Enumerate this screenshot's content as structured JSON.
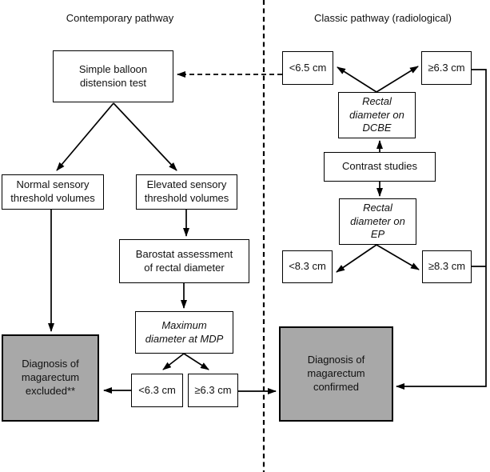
{
  "figure": {
    "left_title": "Contemporary pathway",
    "right_title": "Classic pathway (radiological)"
  },
  "nodes": {
    "simple_balloon": "Simple balloon\ndistension test",
    "normal_sensory": "Normal sensory\nthreshold volumes",
    "elevated_sensory": "Elevated sensory\nthreshold volumes",
    "barostat": "Barostat assessment\nof rectal diameter",
    "max_diameter_mdp": "Maximum\ndiameter at MDP",
    "lt_6_3": "<6.3 cm",
    "ge_6_3_left": "≥6.3 cm",
    "excluded": "Diagnosis of\nmagarectum\nexcluded**",
    "lt_6_5": "<6.5 cm",
    "ge_6_3_right": "≥6.3 cm",
    "dcbe": "Rectal\ndiameter on\nDCBE",
    "contrast": "Contrast studies",
    "ep": "Rectal\ndiameter on\nEP",
    "lt_8_3": "<8.3 cm",
    "ge_8_3": "≥8.3 cm",
    "confirmed": "Diagnosis of\nmagarectum\nconfirmed"
  },
  "colors": {
    "line": "#000000",
    "box_fill": "#ffffff",
    "terminal_fill": "#a8a8a8",
    "background": "#ffffff"
  }
}
